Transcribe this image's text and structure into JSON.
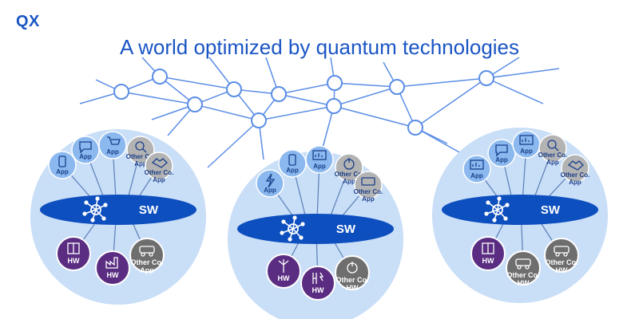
{
  "logo": "QX",
  "title": "A world optimized by quantum technologies",
  "colors": {
    "title": "#1a55c4",
    "network_line": "#5b8ee6",
    "network_node_fill": "#ffffff",
    "cluster_bg": "#c9def7",
    "sw_fill": "#0d4fbf",
    "app_fill": "#8ab8ef",
    "other_app_fill": "#b3b3b3",
    "hw_fill": "#5a2d82",
    "other_hw_fill": "#6e6e6e"
  },
  "labels": {
    "sw": "SW",
    "app": "App",
    "other_app": "Other Co. App",
    "hw": "HW",
    "other_hw": "Other Co. HW"
  },
  "clusters": [
    {
      "apps": [
        {
          "kind": "app",
          "icon": "smartphone-icon"
        },
        {
          "kind": "app",
          "icon": "chat-icon"
        },
        {
          "kind": "app",
          "icon": "cart-icon"
        },
        {
          "kind": "other_app",
          "icon": "search-icon"
        },
        {
          "kind": "other_app",
          "icon": "handshake-icon"
        }
      ],
      "hws": [
        {
          "kind": "hw",
          "icon": "machine-icon"
        },
        {
          "kind": "hw",
          "icon": "factory-icon"
        },
        {
          "kind": "other_app",
          "icon": "truck-icon"
        }
      ]
    },
    {
      "apps": [
        {
          "kind": "app",
          "icon": "lightning-icon"
        },
        {
          "kind": "app",
          "icon": "smartphone-icon"
        },
        {
          "kind": "app",
          "icon": "monitor-chart-icon"
        },
        {
          "kind": "other_app",
          "icon": "power-icon"
        },
        {
          "kind": "other_app",
          "icon": "money-icon"
        }
      ],
      "hws": [
        {
          "kind": "hw",
          "icon": "wind-turbine-icon"
        },
        {
          "kind": "hw",
          "icon": "hydrogen-icon"
        },
        {
          "kind": "other_hw",
          "icon": "power-tower-icon"
        }
      ]
    },
    {
      "apps": [
        {
          "kind": "app",
          "icon": "checklist-icon"
        },
        {
          "kind": "app",
          "icon": "chat-icon"
        },
        {
          "kind": "app",
          "icon": "bar-chart-icon"
        },
        {
          "kind": "other_app",
          "icon": "search-icon"
        },
        {
          "kind": "other_app",
          "icon": "handshake-icon"
        }
      ],
      "hws": [
        {
          "kind": "hw",
          "icon": "elevator-icon"
        },
        {
          "kind": "other_hw",
          "icon": "bus-icon"
        },
        {
          "kind": "other_hw",
          "icon": "car-charging-icon"
        }
      ]
    }
  ]
}
